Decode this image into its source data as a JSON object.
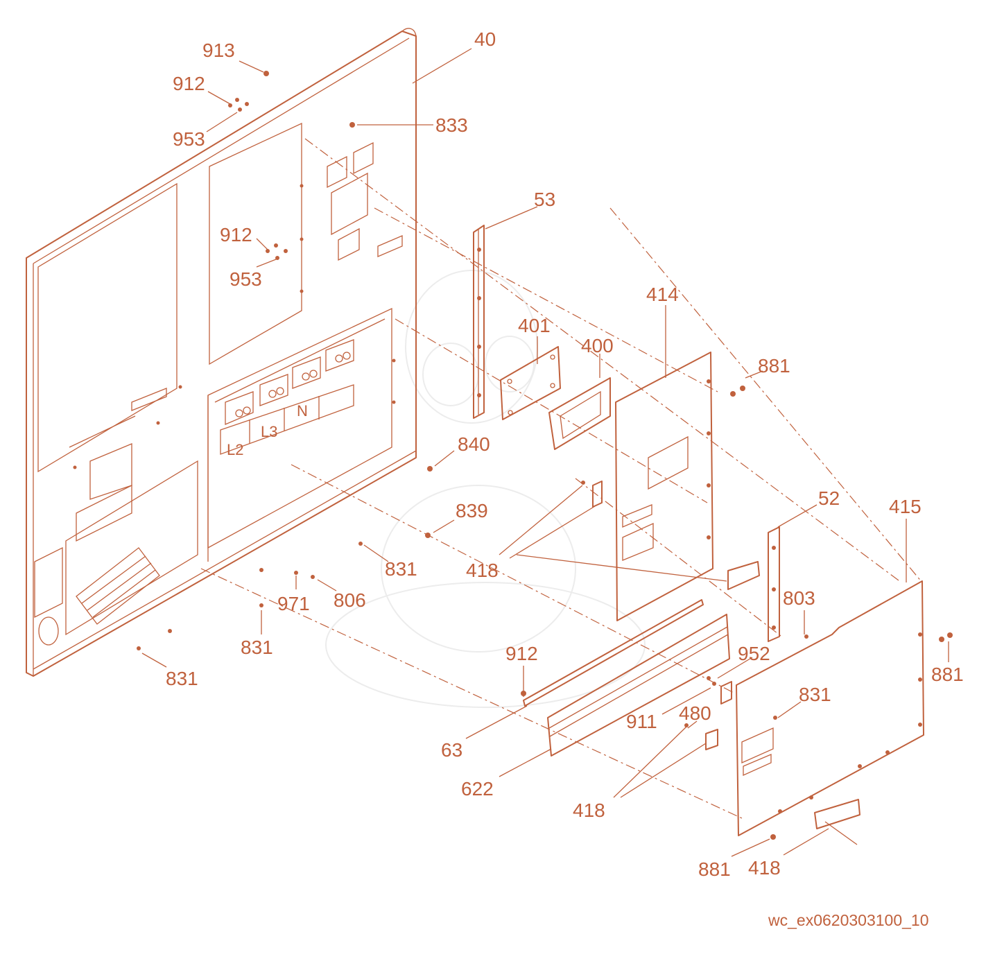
{
  "labels": {
    "l40": "40",
    "l913": "913",
    "l912a": "912",
    "l953a": "953",
    "l833": "833",
    "l53": "53",
    "l912b": "912",
    "l953b": "953",
    "l414": "414",
    "l401": "401",
    "l400": "400",
    "l881a": "881",
    "l840": "840",
    "l839": "839",
    "l831a": "831",
    "l418a": "418",
    "l52": "52",
    "l415": "415",
    "l971": "971",
    "l806": "806",
    "l831b": "831",
    "l831c": "831",
    "l803": "803",
    "l881b": "881",
    "l912c": "912",
    "l952": "952",
    "l831d": "831",
    "l911": "911",
    "l480": "480",
    "l63": "63",
    "l622": "622",
    "l418b": "418",
    "l881c": "881",
    "l418c": "418"
  },
  "terminal_labels": {
    "l2": "L2",
    "l3": "L3",
    "n": "N"
  },
  "figure_id": "wc_ex0620303100_10",
  "colors": {
    "line": "#c0613d",
    "background": "#ffffff"
  }
}
